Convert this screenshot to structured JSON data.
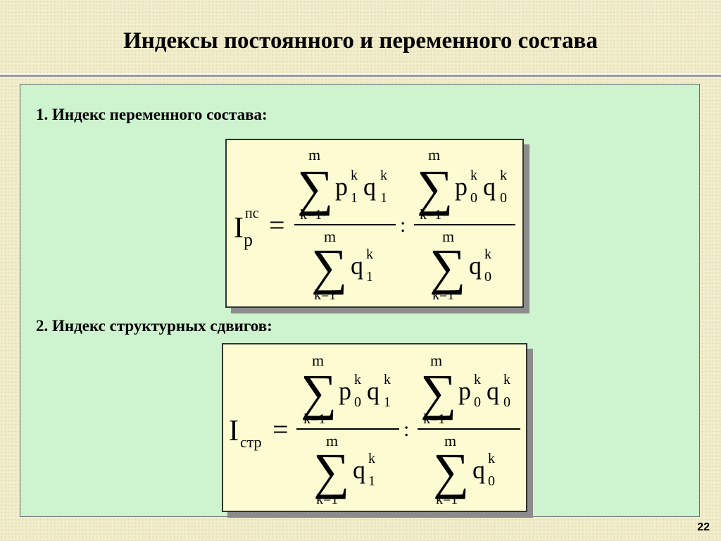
{
  "title": "Индексы постоянного и переменного состава",
  "page_number": "22",
  "formulas": [
    {
      "heading": "1. Индекс переменного состава:",
      "lhs_symbol": "I",
      "lhs_superscript": "пс",
      "lhs_subscript": "p",
      "equals": "=",
      "divide": ":",
      "sum_upper": "m",
      "sum_lower": "k=1",
      "sigma": "∑",
      "left_numerator": {
        "p": "p",
        "p_sub": "1",
        "p_sup": "k",
        "q": "q",
        "q_sub": "1",
        "q_sup": "k"
      },
      "left_denominator": {
        "q": "q",
        "q_sub": "1",
        "q_sup": "k"
      },
      "right_numerator": {
        "p": "p",
        "p_sub": "0",
        "p_sup": "k",
        "q": "q",
        "q_sub": "0",
        "q_sup": "k"
      },
      "right_denominator": {
        "q": "q",
        "q_sub": "0",
        "q_sup": "k"
      }
    },
    {
      "heading": "2. Индекс структурных сдвигов:",
      "lhs_symbol": "I",
      "lhs_superscript": "",
      "lhs_subscript": "стр",
      "equals": "=",
      "divide": ":",
      "sum_upper": "m",
      "sum_lower": "k=1",
      "sigma": "∑",
      "left_numerator": {
        "p": "p",
        "p_sub": "0",
        "p_sup": "k",
        "q": "q",
        "q_sub": "1",
        "q_sup": "k"
      },
      "left_denominator": {
        "q": "q",
        "q_sub": "1",
        "q_sup": "k"
      },
      "right_numerator": {
        "p": "p",
        "p_sub": "0",
        "p_sup": "k",
        "q": "q",
        "q_sub": "0",
        "q_sup": "k"
      },
      "right_denominator": {
        "q": "q",
        "q_sub": "0",
        "q_sup": "k"
      }
    }
  ]
}
